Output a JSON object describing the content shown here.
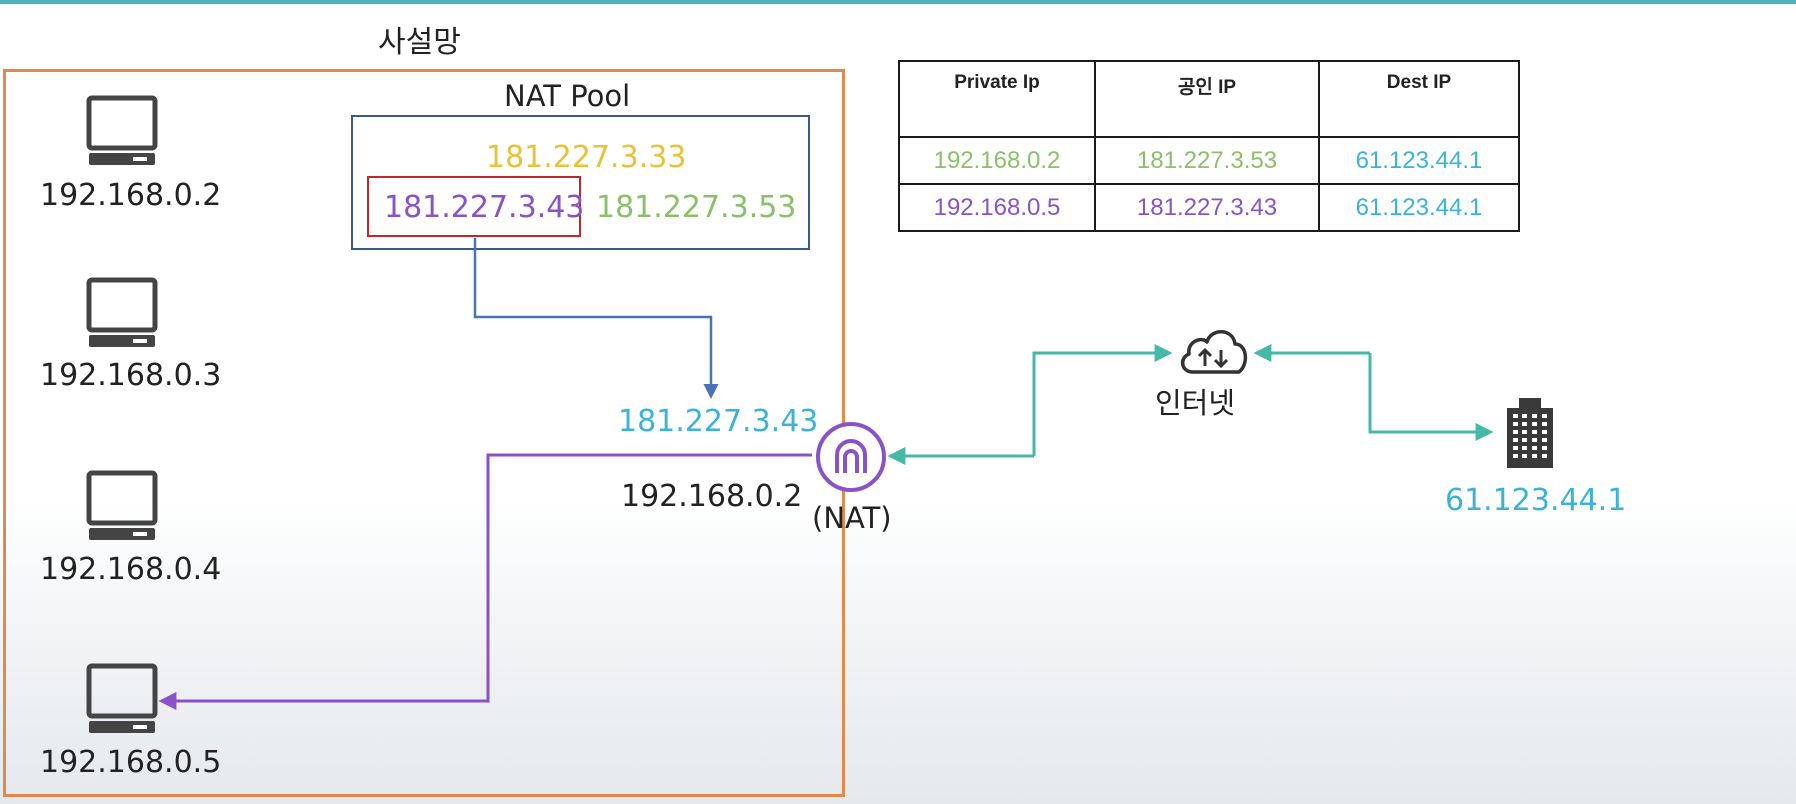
{
  "private_network": {
    "title": "사설망"
  },
  "nat_pool": {
    "title": "NAT Pool",
    "ips": [
      {
        "ip": "181.227.3.33",
        "color": "#e8c23a"
      },
      {
        "ip": "181.227.3.43",
        "color": "#8a52c8",
        "selected": true
      },
      {
        "ip": "181.227.3.53",
        "color": "#8bc06a"
      }
    ]
  },
  "hosts": [
    {
      "ip": "192.168.0.2",
      "icon": "computer-icon"
    },
    {
      "ip": "192.168.0.3",
      "icon": "computer-icon"
    },
    {
      "ip": "192.168.0.4",
      "icon": "computer-icon"
    },
    {
      "ip": "192.168.0.5",
      "icon": "computer-icon"
    }
  ],
  "nat": {
    "public_ip": "181.227.3.43",
    "private_ip": "192.168.0.2",
    "label": "(NAT)",
    "icon": "nat-router-icon"
  },
  "internet": {
    "label": "인터넷",
    "icon": "cloud-upload-download-icon"
  },
  "destination": {
    "ip": "61.123.44.1",
    "icon": "building-icon"
  },
  "table": {
    "headers": [
      "Private Ip",
      "공인 IP",
      "Dest IP"
    ],
    "rows": [
      [
        "192.168.0.2",
        "181.227.3.53",
        "61.123.44.1"
      ],
      [
        "192.168.0.5",
        "181.227.3.43",
        "61.123.44.1"
      ]
    ]
  },
  "colors": {
    "private_box": "#e08a4e",
    "pool_box": "#3a5a8c",
    "selected_box": "#c0272d",
    "public_ip": "#3bb3d8",
    "purple": "#8a52c8",
    "green": "#8bc06a",
    "yellow": "#e8c23a",
    "teal": "#45b8a6",
    "blue_arrow": "#4a72b8",
    "top_bar": "#49b4bb"
  }
}
